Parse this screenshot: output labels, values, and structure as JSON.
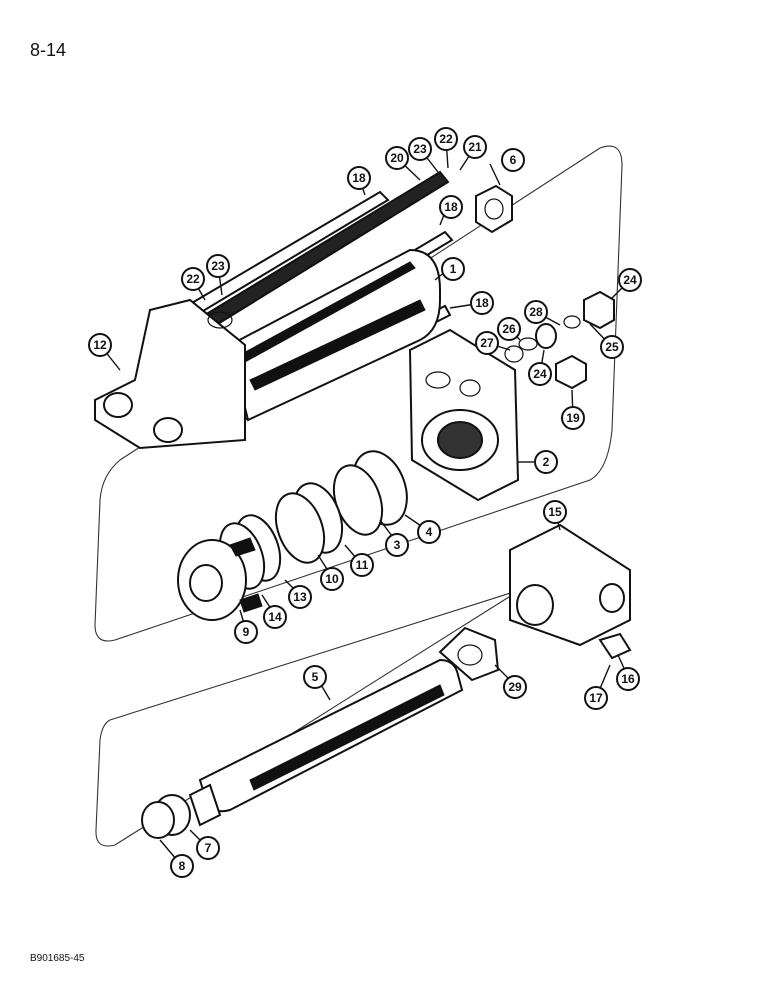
{
  "header": {
    "page_number": "8-14"
  },
  "footer": {
    "document_code": "B901685-45"
  },
  "callouts": [
    "1",
    "2",
    "3",
    "4",
    "5",
    "6",
    "7",
    "8",
    "9",
    "10",
    "11",
    "12",
    "13",
    "14",
    "15",
    "16",
    "17",
    "18",
    "18",
    "18",
    "19",
    "20",
    "21",
    "22",
    "22",
    "23",
    "23",
    "24",
    "24",
    "25",
    "26",
    "27",
    "28",
    "29"
  ]
}
